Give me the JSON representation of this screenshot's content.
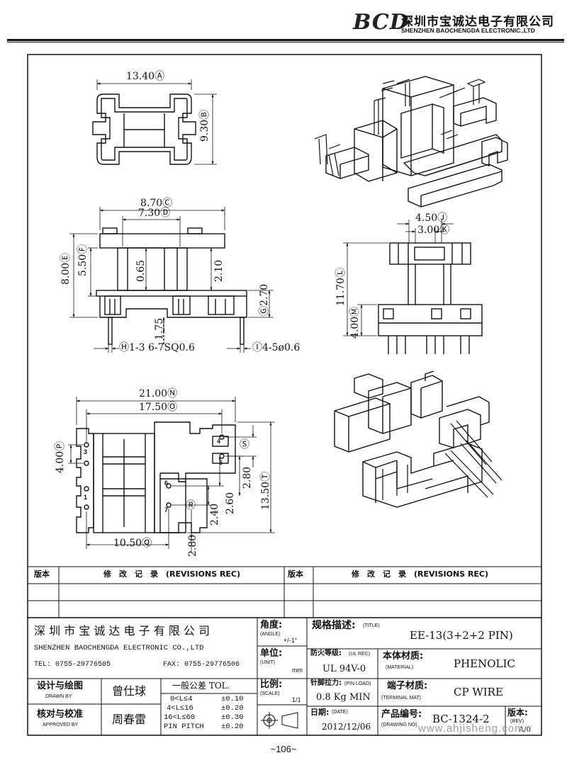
{
  "header": {
    "logo": "BCD",
    "company_cn": "深圳市宝诚达电子有限公司",
    "company_en": "SHENZHEN BAOCHENGDA ELECTRONIC.,LTD"
  },
  "dimensions": {
    "top_width": "13.40Ⓐ",
    "top_height": "9.30Ⓑ",
    "front_c": "8.70Ⓒ",
    "front_d": "7.30Ⓓ",
    "front_e": "8.00Ⓔ",
    "front_f": "5.50Ⓕ",
    "front_065": "0.65",
    "front_210": "2.10",
    "front_g": "Ⓖ2.70",
    "front_175": "1.75",
    "front_h": "Ⓗ1-3  6-7SQ0.6",
    "front_i": "Ⓘ4-5ø0.6",
    "side_j": "4.50Ⓙ",
    "side_k": "3.00Ⓚ",
    "side_l": "11.70Ⓛ",
    "side_m": "4.00Ⓜ",
    "bot_n": "21.00Ⓝ",
    "bot_o": "17.50Ⓞ",
    "bot_p": "4.00Ⓟ",
    "bot_s": "Ⓢ",
    "bot_t": "13.50Ⓣ",
    "bot_280a": "2.80",
    "bot_260": "2.60",
    "bot_r": "Ⓡ",
    "bot_240": "2.40",
    "bot_280b": "2.80",
    "bot_q": "10.50Ⓠ",
    "pin_1": "1",
    "pin_3": "3",
    "pin_4": "4",
    "pin_5": "5",
    "pin_6": "6",
    "pin_7": "7"
  },
  "revisions": {
    "col_ver": "版本",
    "col_rec": "修　改　记　录　(REVISIONS REC)"
  },
  "title_block": {
    "company_cn": "深 圳 市 宝 诚 达 电 子 有 限 公 司",
    "company_en": "SHENZHEN BAOCHENGDA ELECTRONIC CO.,LTD",
    "tel": "TEL: 0755-29776505",
    "fax": "FAX: 0755-29776506",
    "angle_label": "角度:",
    "angle_en": "(ANGLE)",
    "angle_val": "+/-1°",
    "unit_label": "单位:",
    "unit_en": "(UNIT)",
    "unit_val": "mm",
    "title_label": "规格描述:",
    "title_en": "(TITLE)",
    "title_val": "EE-13(3+2+2 PIN)",
    "ul_label": "防火等级:",
    "ul_en": "(UL REC)",
    "ul_val": "UL 94V-0",
    "material_label": "本体材质:",
    "material_en": "(MATERIAL)",
    "material_val": "PHENOLIC",
    "design_label": "设计与绘图",
    "design_en": "DRAWN BY",
    "design_val": "曾仕球",
    "tol_label": "一般公差 TOL.",
    "tol_rows": [
      {
        "range": "0<L≤4",
        "val": "±0.10"
      },
      {
        "range": "4<L≤16",
        "val": "±0.20"
      },
      {
        "range": "16<L≤60",
        "val": "±0.30"
      },
      {
        "range": "PIN PITCH",
        "val": "±0.20"
      }
    ],
    "scale_label": "比例:",
    "scale_en": "(SCALE)",
    "scale_val": "1/1",
    "pinload_label": "针脚拉力:",
    "pinload_en": "(PIN LOAD)",
    "pinload_val": "0.8 Kg MIN",
    "terminal_label": "端子材质:",
    "terminal_en": "(TERMINAL MAT)",
    "terminal_val": "CP WIRE",
    "approve_label": "核对与校准",
    "approve_en": "APPROVED BY",
    "approve_val": "周春雷",
    "date_label": "日期:",
    "date_en": "(DATE)",
    "date_val": "2012/12/06",
    "drawing_label": "产品编号:",
    "drawing_en": "(DRAWING NO)",
    "drawing_val": "BC-1324-2",
    "rev_label": "版本:",
    "rev_en": "(REV)",
    "rev_val": "A/0"
  },
  "footer": {
    "page": "~106~",
    "watermark": "www.ahjisheng.com"
  }
}
